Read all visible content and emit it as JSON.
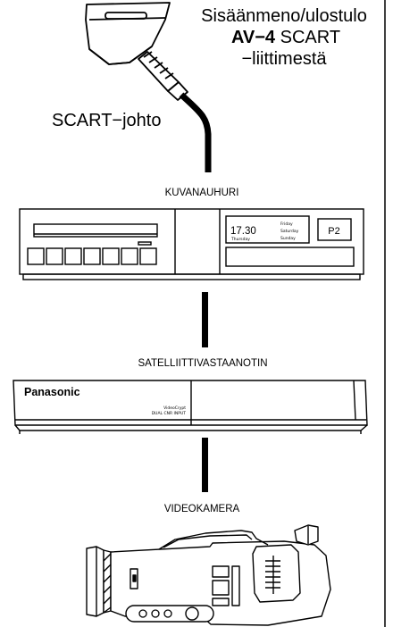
{
  "connector_caption": {
    "line1": "Sisäänmeno/ulostulo",
    "line2_bold": "AV−4",
    "line2_rest": " SCART",
    "line3": "−liittimestä"
  },
  "cable_label": "SCART−johto",
  "devices": {
    "vcr": {
      "label": "KUVANAUHURI",
      "display_time": "17.30",
      "display_day_small": "Thursday",
      "display_days": [
        "Friday",
        "Saturday",
        "Sunday"
      ],
      "program_badge": "P2",
      "button_count": 7
    },
    "satellite_receiver": {
      "label": "SATELLIITTIVASTAANOTIN",
      "brand": "Panasonic",
      "model_line1": "VideoCrypt",
      "model_line2": "DUAL CNR INPUT"
    },
    "camcorder": {
      "label": "VIDEOKAMERA",
      "round_buttons": 3
    }
  },
  "colors": {
    "line": "#000000",
    "background": "#ffffff"
  }
}
